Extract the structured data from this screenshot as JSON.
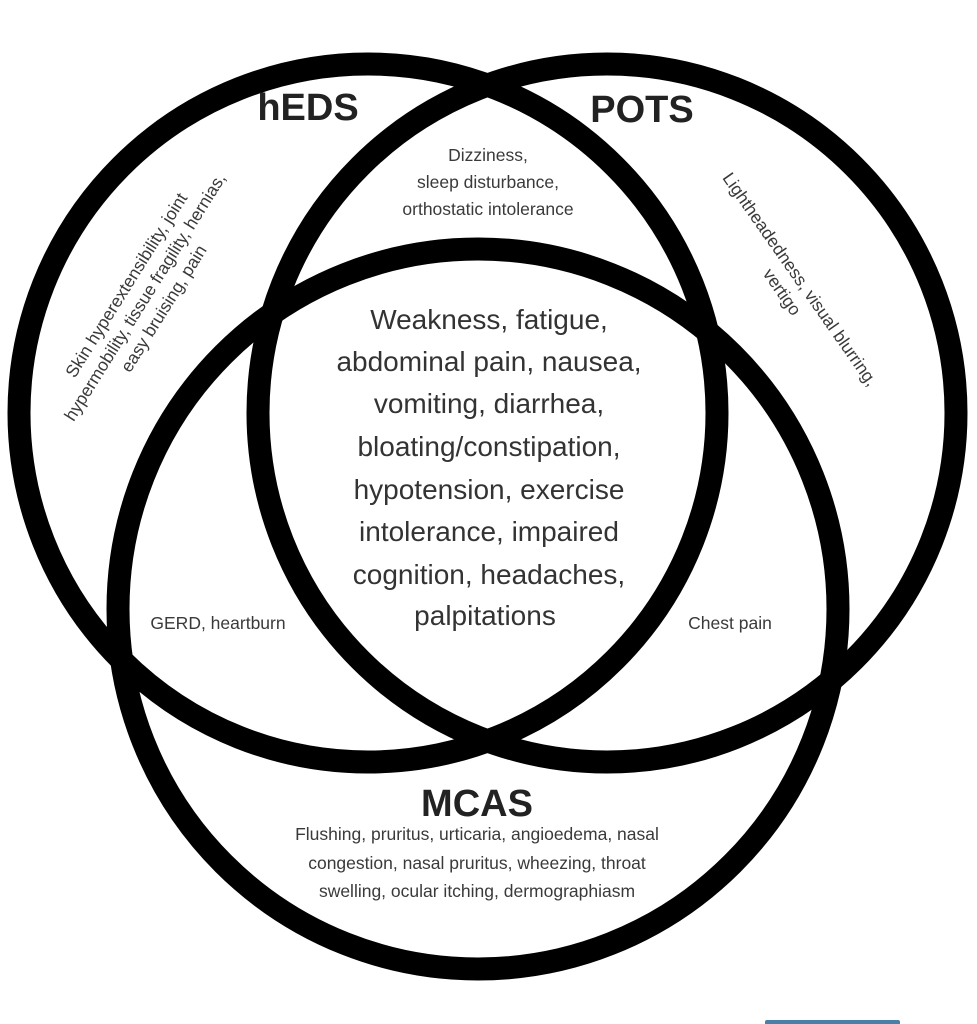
{
  "diagram": {
    "type": "venn",
    "sets": [
      {
        "id": "heds",
        "title": "hEDS"
      },
      {
        "id": "pots",
        "title": "POTS"
      },
      {
        "id": "mcas",
        "title": "MCAS"
      }
    ],
    "regions": {
      "heds_only": [
        "Skin hyperextensibility, joint",
        "hypermobility, tissue fragility, hernias,",
        "easy bruising, pain"
      ],
      "pots_only": [
        "Lightheadedness, visual blurring,",
        "vertigo"
      ],
      "heds_pots": [
        "Dizziness,",
        "sleep disturbance,",
        "orthostatic intolerance"
      ],
      "heds_mcas": [
        "GERD, heartburn"
      ],
      "pots_mcas": [
        "Chest pain"
      ],
      "all_three": [
        "Weakness, fatigue,",
        "abdominal pain, nausea,",
        "vomiting, diarrhea,",
        "bloating/constipation,",
        "hypotension, exercise",
        "intolerance, impaired",
        "cognition, headaches,",
        "palpitations"
      ],
      "mcas_only": [
        "Flushing, pruritus, urticaria, angioedema, nasal",
        "congestion, nasal pruritus, wheezing, throat",
        "swelling, ocular itching, dermographiasm"
      ]
    },
    "colors": {
      "stroke": "#000000",
      "background": "#ffffff",
      "text": "#333333"
    }
  }
}
